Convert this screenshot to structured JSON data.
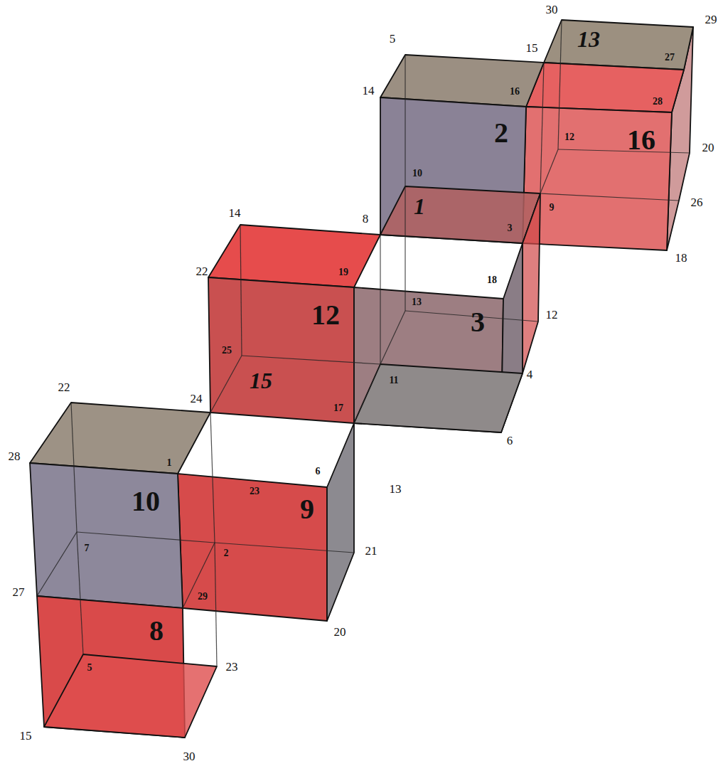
{
  "diagram": {
    "labels": [
      "30",
      "13",
      "29",
      "5",
      "15",
      "27",
      "14",
      "16",
      "28",
      "2",
      "16",
      "12",
      "20",
      "10",
      "1",
      "9",
      "26",
      "14",
      "8",
      "3",
      "18",
      "22",
      "19",
      "18",
      "13",
      "12",
      "3",
      "12",
      "25",
      "15",
      "4",
      "11",
      "22",
      "24",
      "17",
      "6",
      "28",
      "1",
      "6",
      "23",
      "13",
      "10",
      "9",
      "7",
      "2",
      "21",
      "27",
      "29",
      "8",
      "20",
      "5",
      "23",
      "15",
      "30"
    ]
  }
}
